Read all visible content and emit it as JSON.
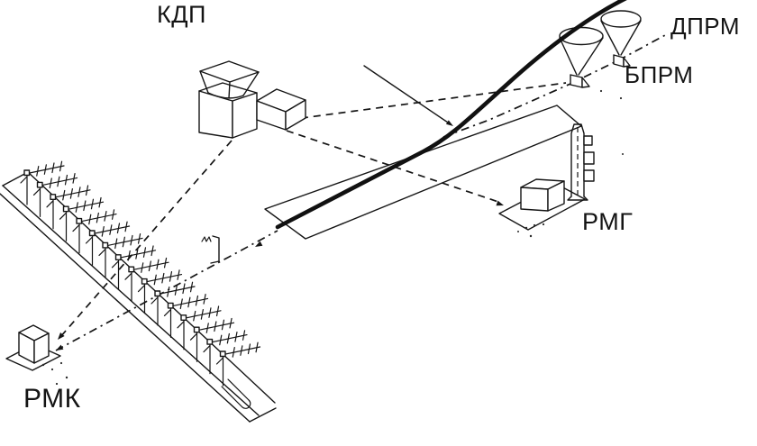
{
  "diagram": {
    "kind": "airfield-radio-navigation-scheme",
    "background_color": "#ffffff",
    "ink_color": "#151515"
  },
  "labels": {
    "kdp": "КДП",
    "dprm": "ДПРМ",
    "bprm": "БПРМ",
    "rmg": "РМГ",
    "rmk": "РМК"
  },
  "localizer": {
    "antenna_count": 16
  }
}
